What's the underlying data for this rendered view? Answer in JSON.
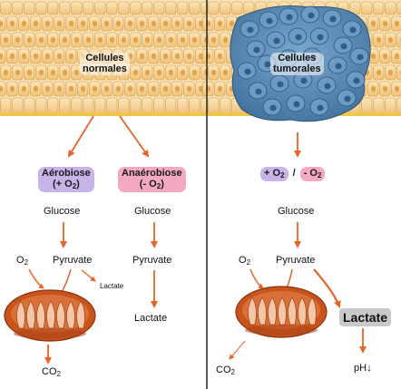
{
  "left": {
    "cell_label_line1": "Cellules",
    "cell_label_line2": "normales",
    "aerobic_title": "Aérobiose",
    "aerobic_condition_prefix": "(+ O",
    "aerobic_condition_sub": "2",
    "aerobic_condition_suffix": ")",
    "anaerobic_title": "Anaérobiose",
    "anaerobic_condition_prefix": "(- O",
    "anaerobic_condition_sub": "2",
    "anaerobic_condition_suffix": ")",
    "glucose_1": "Glucose",
    "glucose_2": "Glucose",
    "pyruvate_1": "Pyruvate",
    "pyruvate_2": "Pyruvate",
    "o2_main": "O",
    "o2_sub": "2",
    "lactate_small": "Lactate",
    "lactate_2": "Lactate",
    "co2_main": "CO",
    "co2_sub": "2"
  },
  "right": {
    "cell_label_line1": "Cellules",
    "cell_label_line2": "tumorales",
    "condition_plus": "+ O",
    "condition_plus_sub": "2",
    "condition_sep": "/",
    "condition_minus": "- O",
    "condition_minus_sub": "2",
    "glucose": "Glucose",
    "pyruvate": "Pyruvate",
    "o2_main": "O",
    "o2_sub": "2",
    "lactate": "Lactate",
    "co2_main": "CO",
    "co2_sub": "2",
    "ph_label": "pH",
    "ph_arrow": "↓"
  },
  "colors": {
    "arrow": "#e8642a",
    "cell_fill": "#f6d9a4",
    "cell_border": "#d79a3d",
    "tumor_fill": "#5b89b5",
    "tumor_nucleus": "#2d5e8c",
    "mito_outer": "#c8541a",
    "mito_inner": "#f4c7a8",
    "divider": "#222222"
  }
}
